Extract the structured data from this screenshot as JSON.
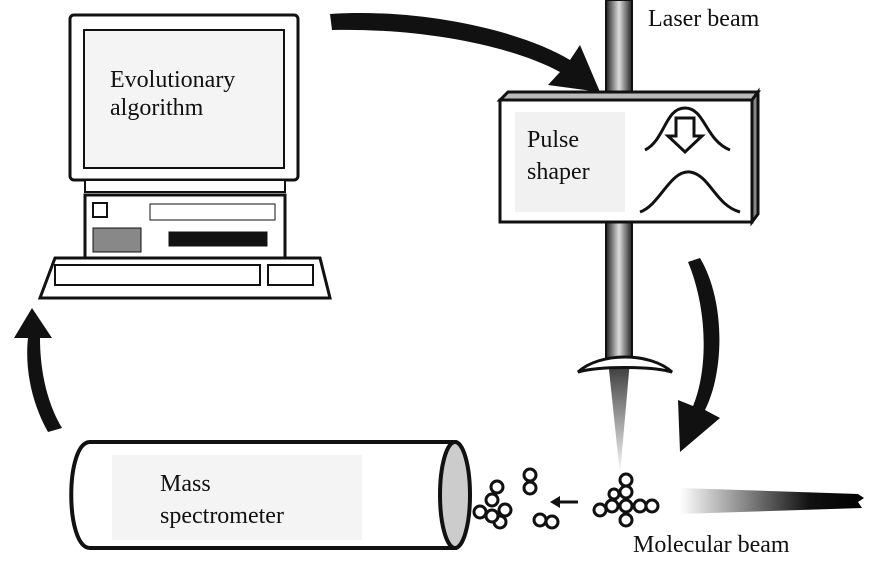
{
  "labels": {
    "laser_beam": "Laser beam",
    "evolutionary_line1": "Evolutionary",
    "evolutionary_line2": "algorithm",
    "pulse_line1": "Pulse",
    "pulse_line2": "shaper",
    "mass_line1": "Mass",
    "mass_line2": "spectrometer",
    "molecular_beam": "Molecular beam"
  },
  "icons": [
    "computer-icon",
    "pulse-shaper-icon",
    "lens-icon",
    "mass-spectrometer-icon",
    "molecule-icon",
    "cycle-arrow-icon"
  ]
}
